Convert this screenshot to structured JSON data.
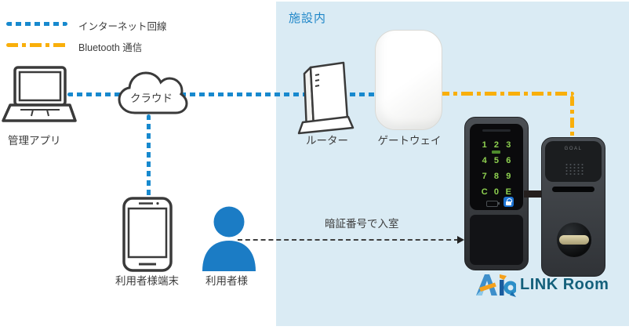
{
  "legend": {
    "items": [
      {
        "label": "インターネット回線",
        "style": "dotted",
        "color": "#1789CE"
      },
      {
        "label": "Bluetooth 通信",
        "style": "dash-dot",
        "color": "#F9AF0B"
      }
    ]
  },
  "facility": {
    "label": "施設内"
  },
  "nodes": {
    "admin_app": {
      "label": "管理アプリ"
    },
    "cloud": {
      "label": "クラウド"
    },
    "router": {
      "label": "ルーター"
    },
    "gateway": {
      "label": "ゲートウェイ"
    },
    "user_device": {
      "label": "利用者様端末"
    },
    "user": {
      "label": "利用者様"
    }
  },
  "annotation": {
    "pin_entry": "暗証番号で入室"
  },
  "lock": {
    "keys": [
      "1",
      "2",
      "3",
      "4",
      "5",
      "6",
      "7",
      "8",
      "9",
      "C",
      "0",
      "E"
    ],
    "unit_brand": "GOAL"
  },
  "brand": {
    "mark": "Aiq",
    "product": "LINK Room"
  },
  "colors": {
    "internet_line": "#1789CE",
    "bluetooth_line": "#F9AF0B",
    "facility_bg": "#DAEBF4",
    "facility_label": "#1E86C8",
    "person": "#1B7CC5",
    "keypad_digits": "#8ED150",
    "logo_text": "#14607B"
  }
}
